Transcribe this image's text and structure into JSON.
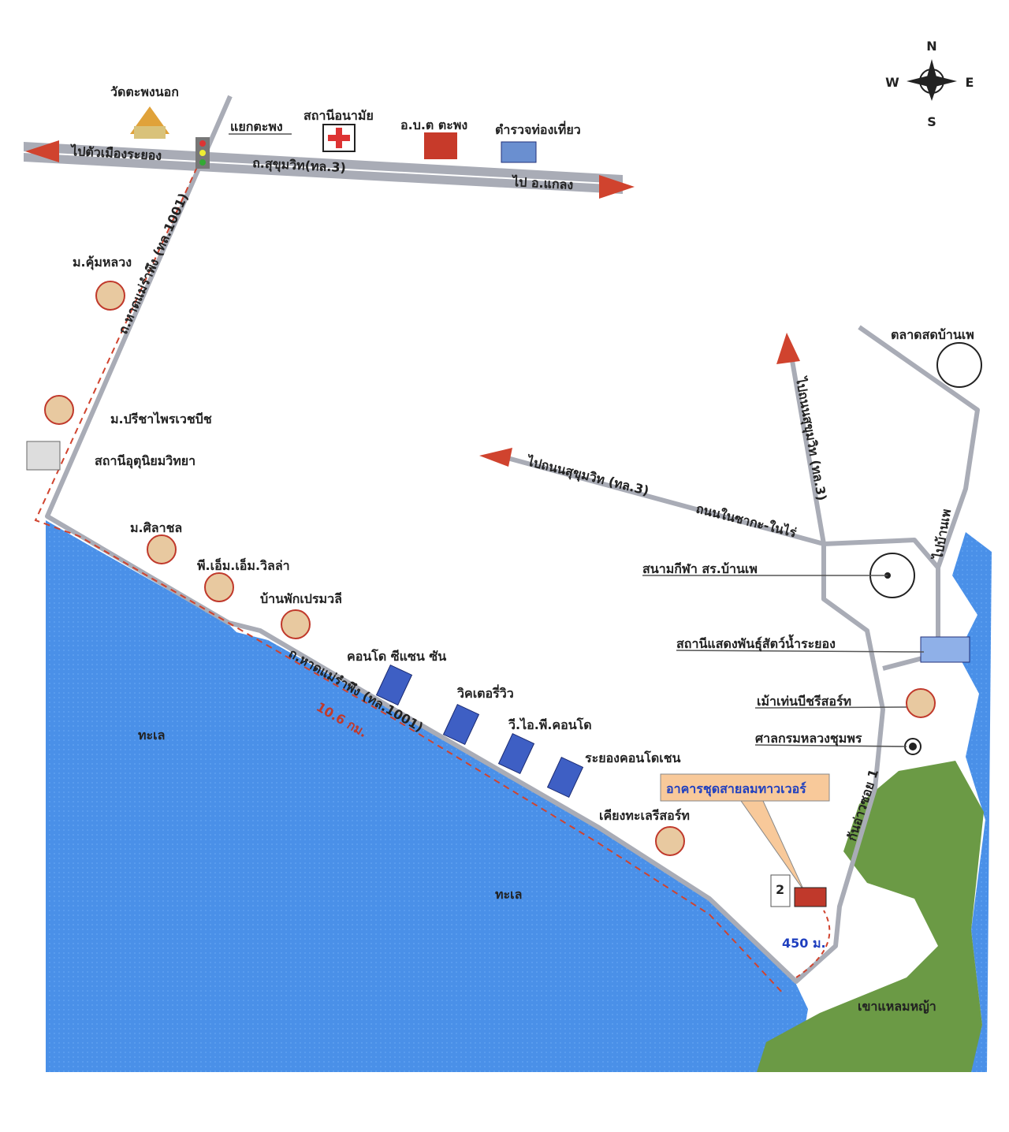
{
  "compass": {
    "n": "N",
    "s": "S",
    "e": "E",
    "w": "W"
  },
  "colors": {
    "sea": "#4a90e8",
    "hill": "#6b9a45",
    "road": "#a9acb6",
    "arrow": "#d0432e",
    "route": "#d0432e",
    "callout": "#f8c99a"
  },
  "roads": {
    "to_rayong_city": "ไปตัวเมืองระยอง",
    "sukhumvit": "ถ.สุขุมวิท(ทล.3)",
    "to_klaeng": "ไป อ.แกลง",
    "hat_mae_ram_phueng_north": "ถ.หาดแม่รำพึง (ทล.1001)",
    "hat_mae_ram_phueng_coast": "ถ.หาดแม่รำพึง (ทล.1001)",
    "to_sukhumvit_west": "ไปถนนสุขุมวิท (ทล.3)",
    "nai_chak_nai_rai": "ถนนในซากะ-ในไร่",
    "to_sukhumvit_north": "ไปถนนสุขุมวิท (ทล.3)",
    "to_ban_phe": "ไปบ้านเพ",
    "soi_1": "กันอ่าวซอย 1"
  },
  "places": {
    "wat": "วัดตะพงนอก",
    "junction": "แยกตะพง",
    "health_station": "สถานีอนามัย",
    "obt": "อ.บ.ต ตะพง",
    "tourist_police": "ตำรวจท่องเที่ยว",
    "khum_luang": "ม.คุ้มหลวง",
    "pricha": "ม.ปรีชาไพรเวชบีช",
    "weather_station": "สถานีอุตุนิยมวิทยา",
    "silachol": "ม.ศิลาชล",
    "pm_villa": "พี.เอ็ม.เอ็ม.วิลล่า",
    "premwadee": "บ้านพักเปรมวลี",
    "condo_sea_sun": "คอนโด ซีแซน ซัน",
    "victory_view": "วิคเตอรี่วิว",
    "vip_condo": "วี.ไอ.พี.คอนโด",
    "rayong_condochain": "ระยองคอนโดเชน",
    "kiang_talay": "เคียงทะเลรีสอร์ท",
    "market": "ตลาดสดบ้านเพ",
    "stadium": "สนามกีฬา สร.บ้านเพ",
    "aquarium": "สถานีแสดงพันธุ์สัตว์น้ำระยอง",
    "mao_tao": "เม้าเท่นบีชรีสอร์ท",
    "shrine": "ศาลกรมหลวงชุมพร",
    "hill": "เขาแหลมหญ้า",
    "sea_1": "ทะเล",
    "sea_2": "ทะเล"
  },
  "target": {
    "label": "อาคารชุดสายลมทาวเวอร์",
    "marker": "2"
  },
  "distances": {
    "coast": "10.6 กม.",
    "final": "450 ม."
  }
}
